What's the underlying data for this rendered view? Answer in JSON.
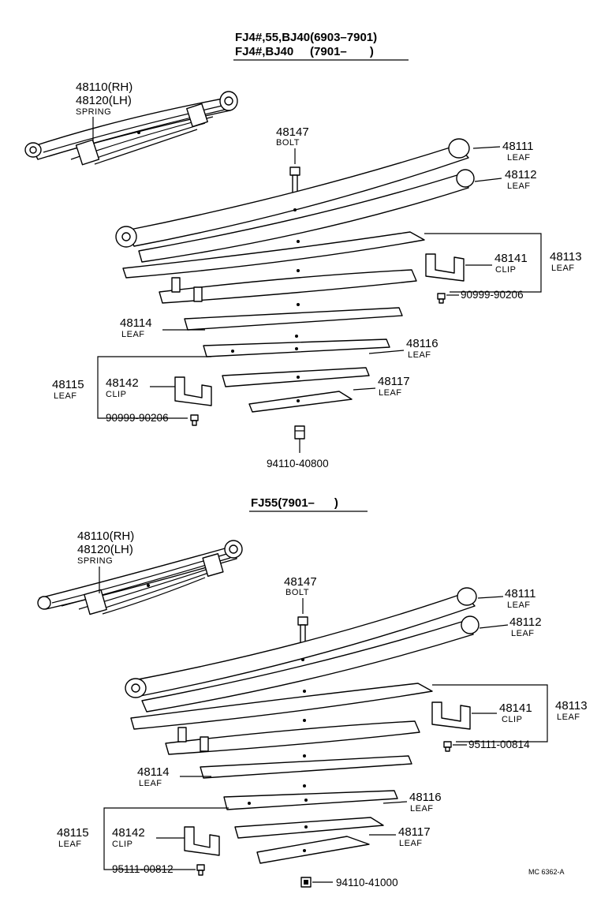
{
  "sections": [
    {
      "id": "upper",
      "header_lines": [
        "FJ4#,55,BJ40(6903–7901)",
        "FJ4#,BJ40     (7901–       )"
      ],
      "callouts": {
        "spring": {
          "numbers": [
            "48110(RH)",
            "48120(LH)"
          ],
          "caption": "SPRING"
        },
        "bolt": {
          "number": "48147",
          "caption": "BOLT"
        },
        "leaf_main": {
          "number": "48111",
          "caption": "LEAF"
        },
        "leaf_2": {
          "number": "48112",
          "caption": "LEAF"
        },
        "leaf_group_upper": {
          "number": "48113",
          "caption": "LEAF"
        },
        "clip_upper": {
          "number": "48141",
          "caption": "CLIP"
        },
        "rivet_upper": {
          "number": "90999-90206"
        },
        "leaf_4": {
          "number": "48114",
          "caption": "LEAF"
        },
        "leaf_group_lower": {
          "number": "48115",
          "caption": "LEAF"
        },
        "clip_lower": {
          "number": "48142",
          "caption": "CLIP"
        },
        "leaf_6": {
          "number": "48116",
          "caption": "LEAF"
        },
        "leaf_7": {
          "number": "48117",
          "caption": "LEAF"
        },
        "rivet_lower": {
          "number": "90999-90206"
        },
        "nut": {
          "number": "94110-40800"
        }
      }
    },
    {
      "id": "lower",
      "header_lines": [
        "FJ55(7901–      )"
      ],
      "callouts": {
        "spring": {
          "numbers": [
            "48110(RH)",
            "48120(LH)"
          ],
          "caption": "SPRING"
        },
        "bolt": {
          "number": "48147",
          "caption": "BOLT"
        },
        "leaf_main": {
          "number": "48111",
          "caption": "LEAF"
        },
        "leaf_2": {
          "number": "48112",
          "caption": "LEAF"
        },
        "leaf_group_upper": {
          "number": "48113",
          "caption": "LEAF"
        },
        "clip_upper": {
          "number": "48141",
          "caption": "CLIP"
        },
        "rivet_upper": {
          "number": "95111-00814"
        },
        "leaf_4": {
          "number": "48114",
          "caption": "LEAF"
        },
        "leaf_group_lower": {
          "number": "48115",
          "caption": "LEAF"
        },
        "clip_lower": {
          "number": "48142",
          "caption": "CLIP"
        },
        "leaf_6": {
          "number": "48116",
          "caption": "LEAF"
        },
        "leaf_7": {
          "number": "48117",
          "caption": "LEAF"
        },
        "rivet_lower": {
          "number": "95111-00812"
        },
        "nut": {
          "number": "94110-41000"
        }
      }
    }
  ],
  "footer_code": "MC  6362-A"
}
